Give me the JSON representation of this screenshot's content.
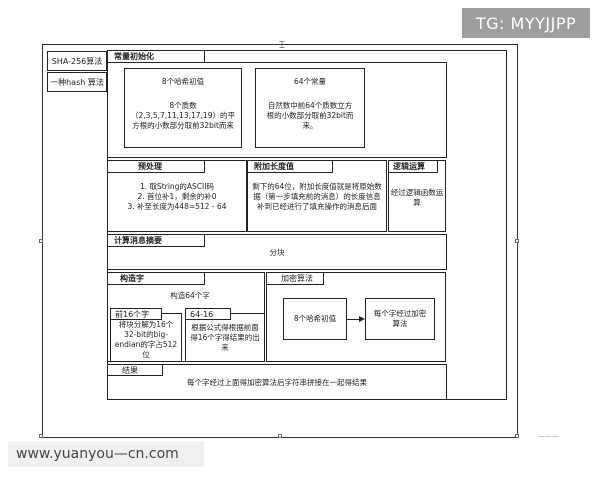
{
  "watermark_badge": "TG: MYYJJPP",
  "watermark_url": "www.yuanyou—cn.com",
  "corner_mark": "———",
  "side": {
    "top": "SHA-256算法",
    "bottom": "一种hash 算法"
  },
  "s1": {
    "header": "常量初始化",
    "hash_title": "8个哈希初值",
    "hash_desc": "8个质数（2,3,5,7,11,13,17,19）的平方根的小数部分取前32bit而来",
    "const_title": "64个常量",
    "const_desc": "自然数中前64个质数立方根的小数部分取前32bit而来。"
  },
  "s2": {
    "pre_header": "预处理",
    "pre_lines": [
      "1. 取String的ASCII码",
      "2. 首位补1，剩余的补0",
      "3. 补至长度为448=512 - 64"
    ],
    "len_header": "附加长度值",
    "len_desc": "剩下的64位，附加长度值就是将原始数据（第一步填充前的消息）的长度信息补到已经进行了填充操作的消息后面",
    "logic_header": "逻辑运算",
    "logic_desc": "经过逻辑函数运算"
  },
  "s3": {
    "header": "计算消息摘要",
    "body": "分块"
  },
  "s4": {
    "word_header": "构造字",
    "word_desc": "构造64个字",
    "first_header": "前16个字",
    "first_desc": "将块分解为16个32-bit的big-endian的字占512位",
    "rest_header": "64-16",
    "rest_desc": "根据公式得根据前面得16个字得结果的出来",
    "enc_header": "加密算法",
    "enc_left": "8个哈希初值",
    "enc_right": "每个字经过加密算法"
  },
  "s5": {
    "header": "结果",
    "body": "每个字经过上面得加密算法后字符串拼接在一起得结果"
  }
}
